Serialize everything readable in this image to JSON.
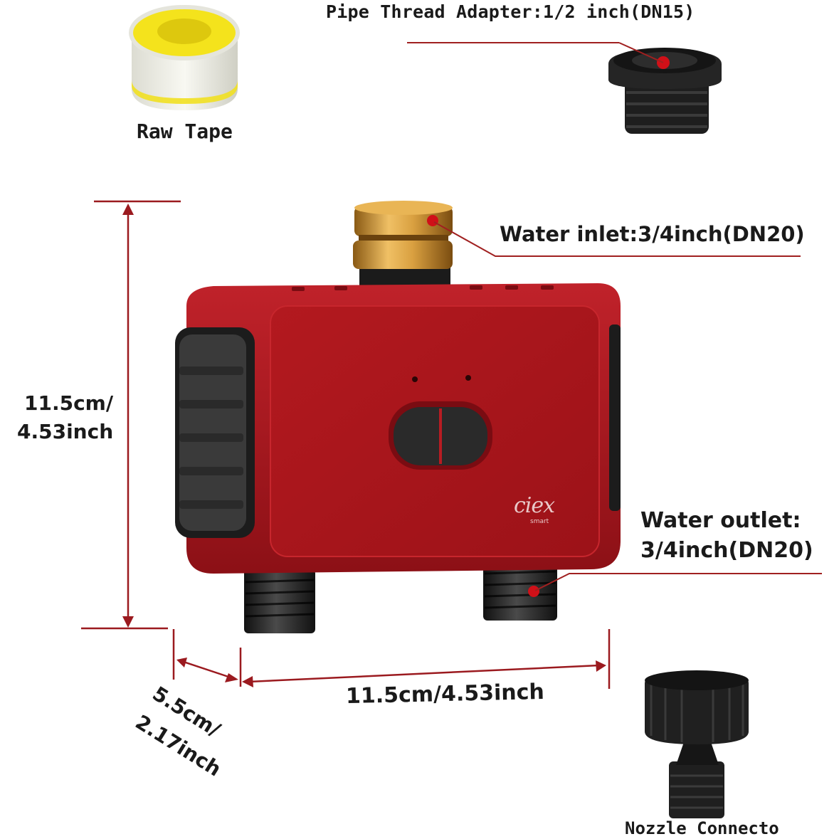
{
  "labels": {
    "pipe_adapter": "Pipe Thread Adapter:1/2 inch(DN15)",
    "raw_tape": "Raw Tape",
    "water_inlet": "Water inlet:3/4inch(DN20)",
    "water_outlet_line1": "Water outlet:",
    "water_outlet_line2": "3/4inch(DN20)",
    "height_line1": "11.5cm/",
    "height_line2": "4.53inch",
    "width": "11.5cm/4.53inch",
    "depth_line1": "5.5cm/",
    "depth_line2": "2.17inch",
    "nozzle": "Nozzle Connecto"
  },
  "brand": {
    "logo": "ciex",
    "sub": "smart"
  },
  "colors": {
    "device_red": "#a3161c",
    "dimension_line": "#9b1a1f",
    "leader_line": "#a02020",
    "pointer_dot": "#d01018",
    "brass": "#c8902f",
    "black_part": "#2a2a2a",
    "tape_yellow": "#f2e21a"
  }
}
